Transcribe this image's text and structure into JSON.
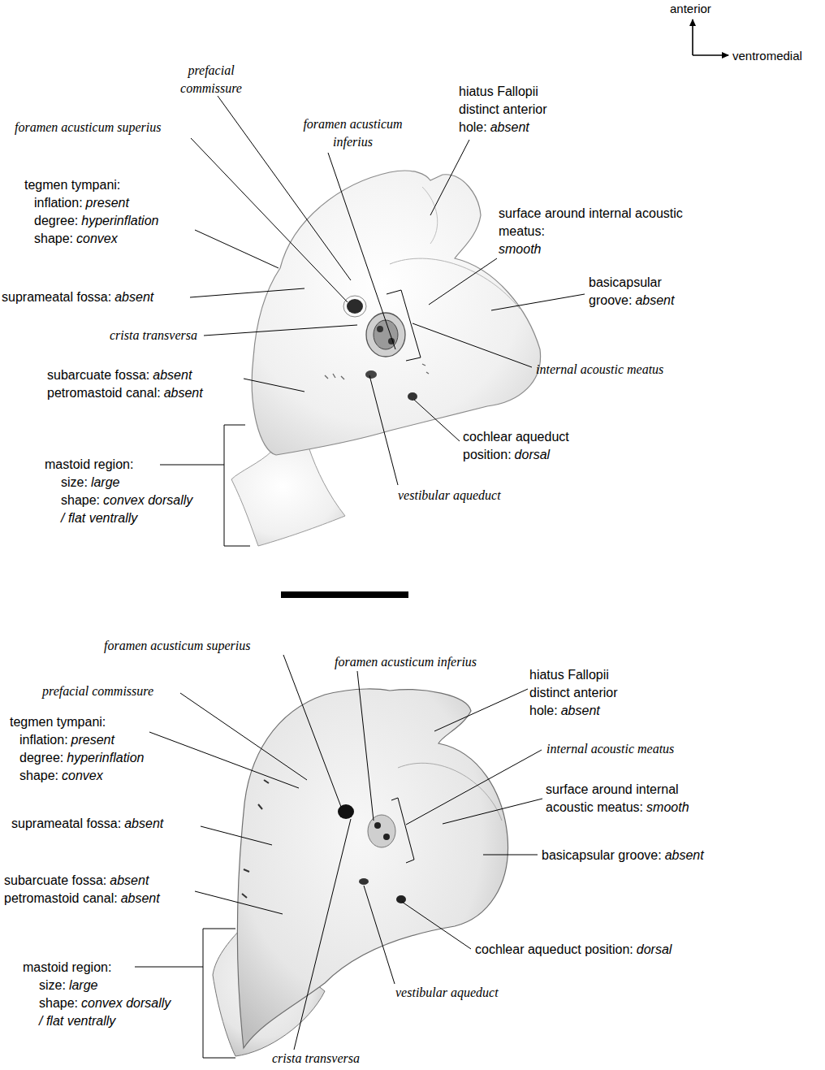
{
  "diagram": {
    "labels": [
      "anterior",
      "ventromedial",
      "prefacial commissure",
      "foramen acusticum superius",
      "foramen acusticum inferius",
      "hiatus Fallopii distinct anterior hole:",
      "absent",
      "tegmen tympani:",
      "inflation:",
      "present",
      "degree:",
      "hyperinflation",
      "shape:",
      "convex",
      "surface around internal acoustic meatus:",
      "smooth",
      "suprameatal fossa:",
      "absent",
      "basicapsular groove:",
      "absent",
      "crista transversa",
      "internal acoustic meatus",
      "subarcuate fossa:",
      "absent",
      "petromastoid canal:",
      "absent",
      "cochlear aqueduct position:",
      "dorsal",
      "mastoid region:",
      "size:",
      "large",
      "shape:",
      "convex dorsally / flat ventrally",
      "vestibular aqueduct",
      "foramen acusticum superius",
      "foramen acusticum inferius",
      "prefacial commissure",
      "hiatus Fallopii distinct anterior hole:",
      "absent",
      "tegmen tympani:",
      "inflation:",
      "present",
      "degree:",
      "hyperinflation",
      "shape:",
      "convex",
      "internal acoustic meatus",
      "surface around internal acoustic meatus:",
      "smooth",
      "suprameatal fossa:",
      "absent",
      "basicapsular groove:",
      "absent",
      "subarcuate fossa:",
      "absent",
      "petromastoid canal:",
      "absent",
      "cochlear aqueduct position:",
      "dorsal",
      "mastoid region:",
      "size:",
      "large",
      "shape:",
      "convex dorsally / flat ventrally",
      "vestibular aqueduct",
      "crista transversa"
    ]
  }
}
